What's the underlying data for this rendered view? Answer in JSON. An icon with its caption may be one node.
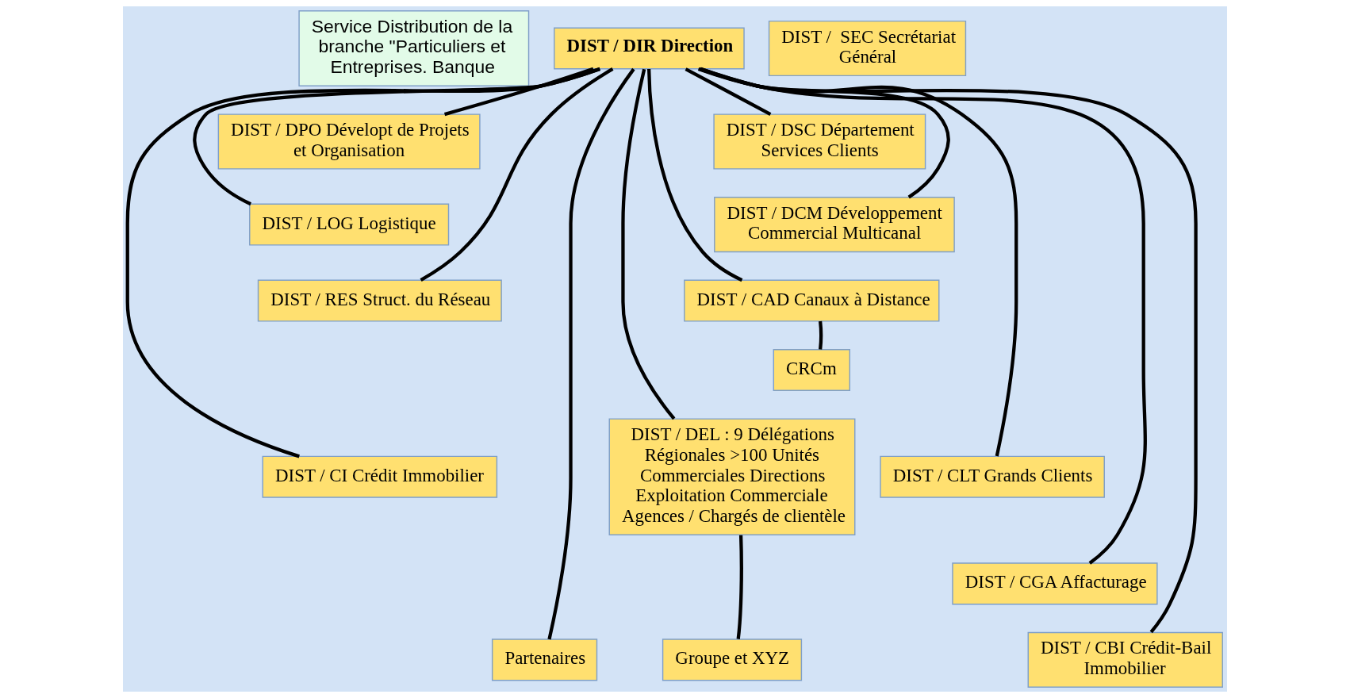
{
  "diagram": {
    "nodes": [
      {
        "text": [
          "Service Distribution de la branche \"Particuliers et Entreprises. Banque"
        ]
      },
      {
        "text": [
          "DIST / DIR Direction"
        ]
      },
      {
        "text": [
          "DIST /  SEC Secrétariat Général"
        ]
      },
      {
        "text": [
          "DIST / DPO Dévelopt de Projets et Organisation"
        ]
      },
      {
        "text": [
          "DIST / DSC Département Services Clients"
        ]
      },
      {
        "text": [
          "DIST / DCM Développement Commercial Multicanal"
        ]
      },
      {
        "text": [
          "DIST / LOG Logistique"
        ]
      },
      {
        "text": [
          "DIST / CAD Canaux à Distance"
        ]
      },
      {
        "text": [
          "DIST / RES Struct. du Réseau"
        ]
      },
      {
        "text": [
          "CRCm"
        ]
      },
      {
        "text": [
          "DIST / CI Crédit Immobilier"
        ]
      },
      {
        "text": [
          "DIST / DEL : 9 Délégations Régionales >100 Unités Commerciales Directions Exploitation Commerciale Agences / Chargés de clientèle"
        ]
      },
      {
        "text": [
          "DIST / CLT Grands Clients"
        ]
      },
      {
        "text": [
          "DIST / CGA Affacturage"
        ]
      },
      {
        "text": [
          "Partenaires"
        ]
      },
      {
        "text": [
          "Groupe et XYZ"
        ]
      },
      {
        "text": [
          "DIST / CBI Crédit-Bail Immobilier"
        ]
      }
    ],
    "edges": [
      {
        "from": 1,
        "to": 3,
        "arrow": "none"
      },
      {
        "from": 1,
        "to": 4,
        "arrow": "none"
      },
      {
        "from": 1,
        "to": 5,
        "arrow": "none"
      },
      {
        "from": 1,
        "to": 6,
        "arrow": "none"
      },
      {
        "from": 1,
        "to": 7,
        "arrow": "none"
      },
      {
        "from": 1,
        "to": 8,
        "arrow": "none"
      },
      {
        "from": 7,
        "to": 9,
        "arrow": "none"
      },
      {
        "from": 1,
        "to": 10,
        "arrow": "none"
      },
      {
        "from": 1,
        "to": 14,
        "arrow": "none"
      },
      {
        "from": 1,
        "to": 11,
        "arrow": "none"
      },
      {
        "from": 1,
        "to": 12,
        "arrow": "none"
      },
      {
        "from": 1,
        "to": 13,
        "arrow": "none"
      },
      {
        "from": 1,
        "to": 16,
        "arrow": "none"
      },
      {
        "from": 11,
        "to": 15,
        "arrow": "none"
      }
    ]
  }
}
